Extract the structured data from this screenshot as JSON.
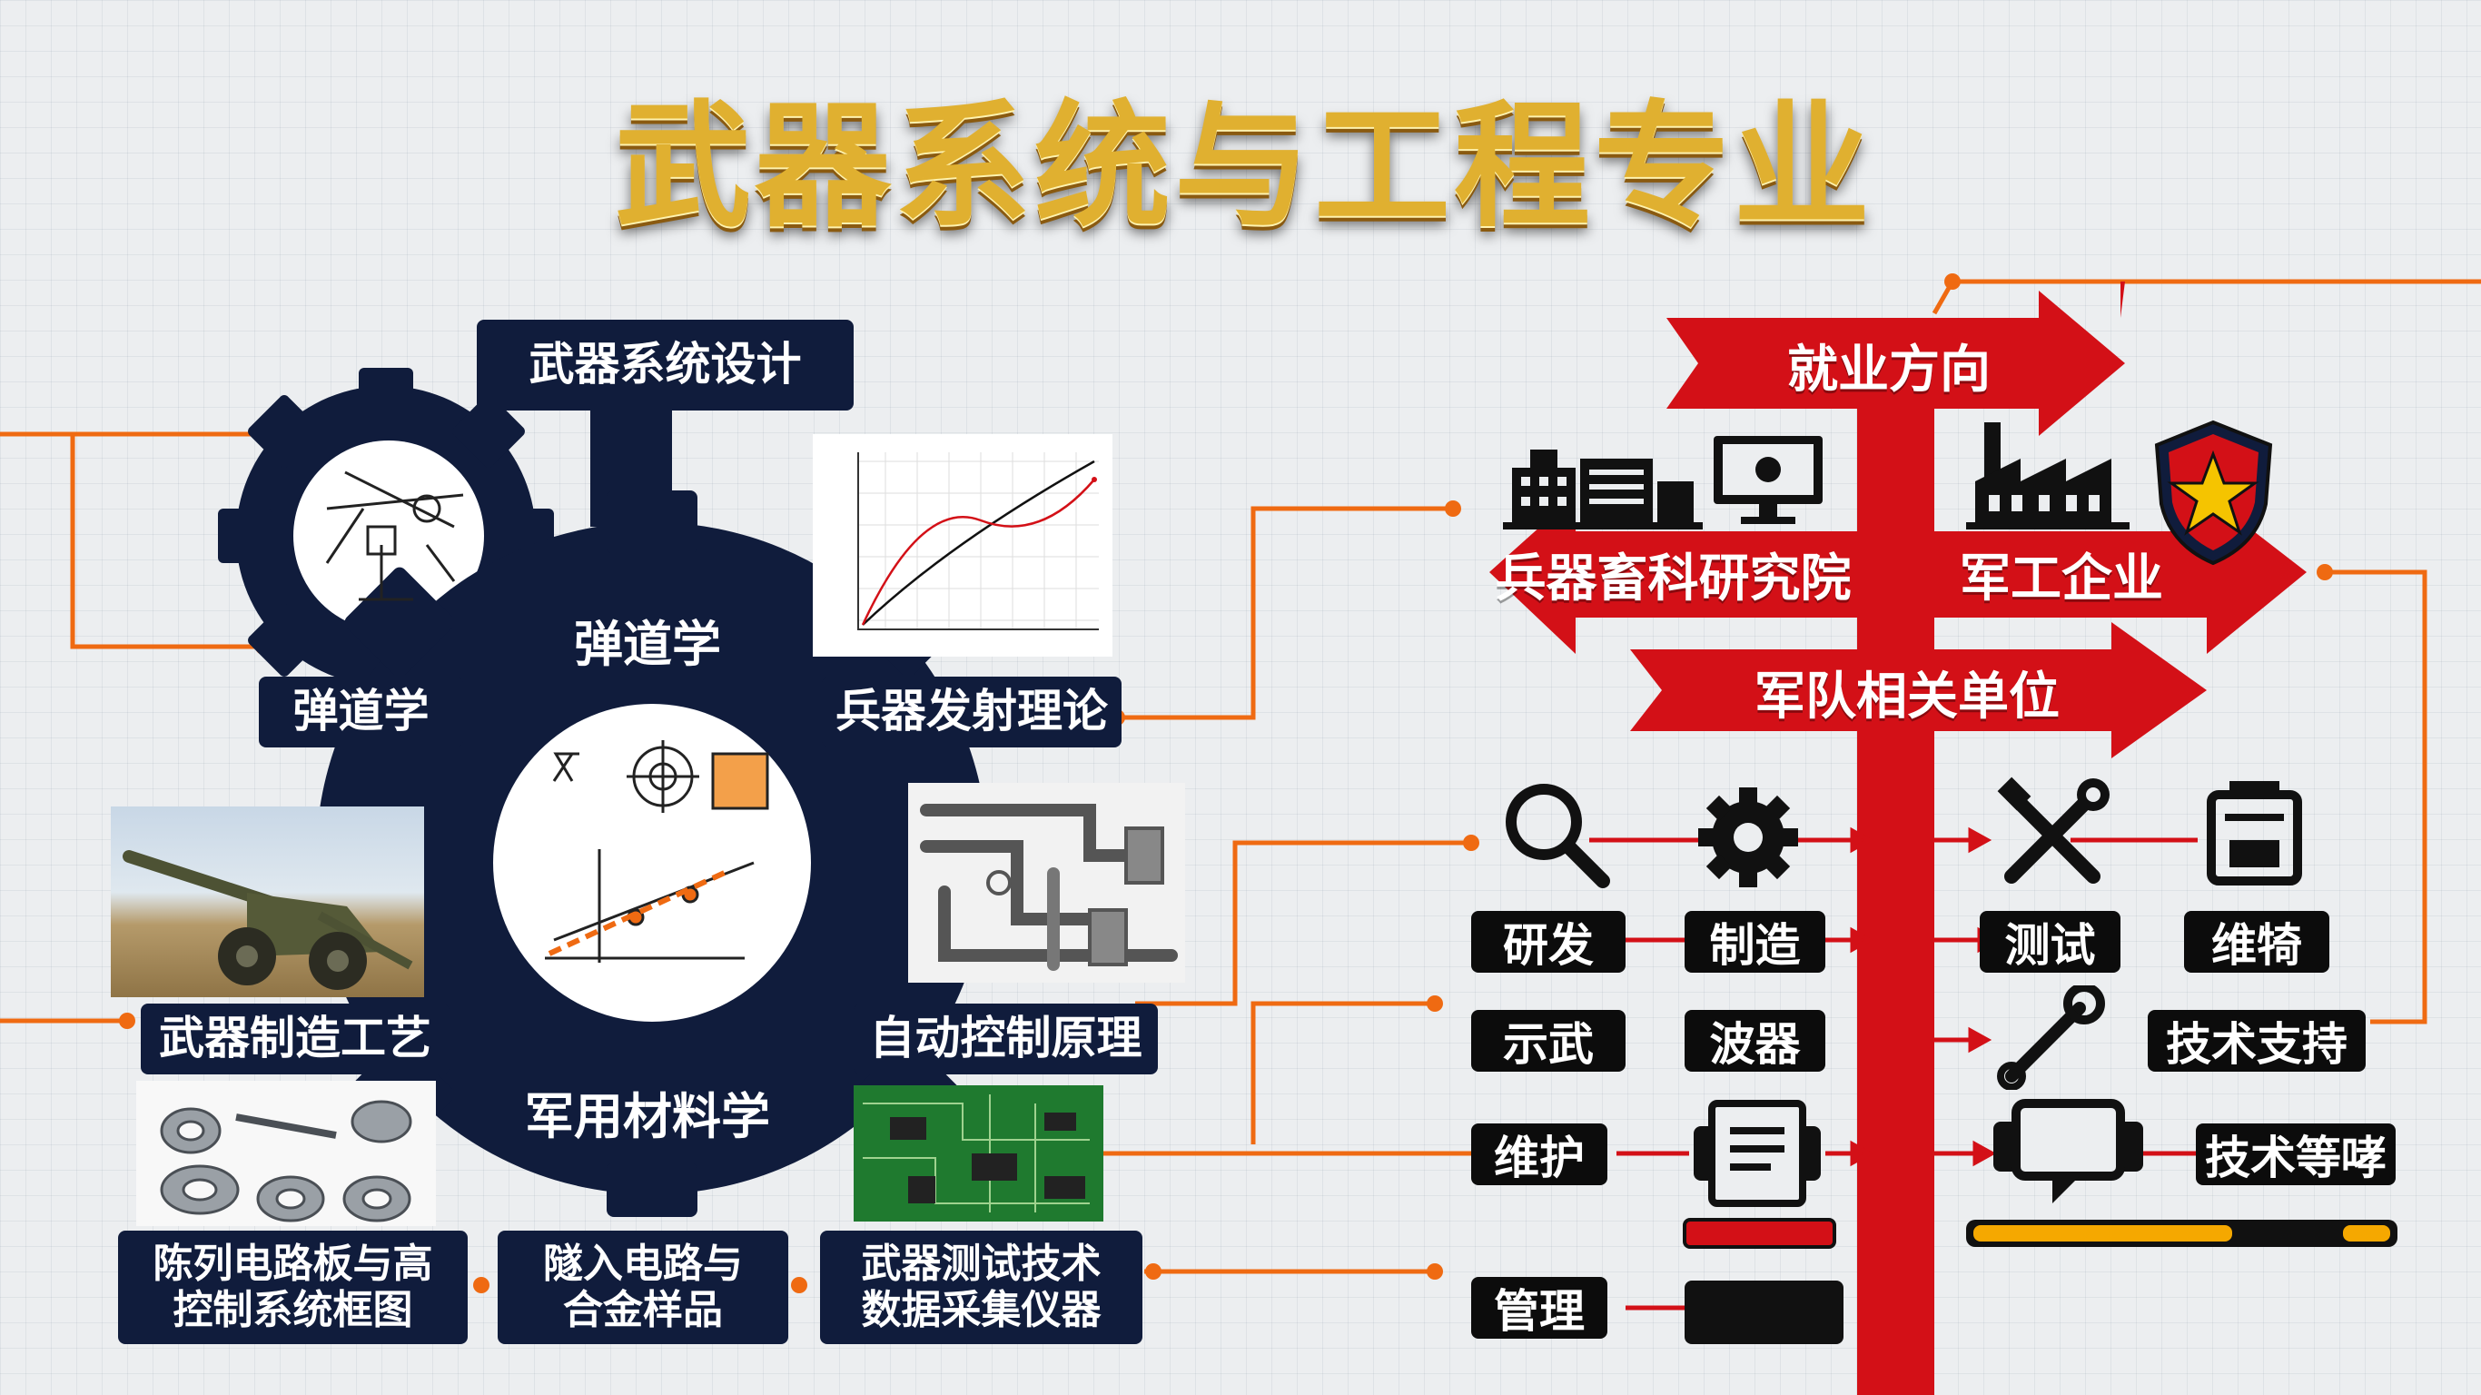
{
  "title": "武器系统与工程专业",
  "gear": {
    "top_label": "武器系统设计",
    "inner_label": "弹道学",
    "bottom_label": "军用材料学"
  },
  "modules": {
    "ballistics": "弹道学",
    "launch_theory": "兵器发射理论",
    "manufacturing": "武器制造工艺",
    "auto_control": "自动控制原理",
    "circuit_board": "陈列电路板与高\n控制系统框图",
    "alloy_samples": "隧入电路与\n合金样品",
    "test_tech": "武器测试技术\n数据采集仪器"
  },
  "career": {
    "title": "就业方向",
    "institute": "兵器畜科研究院",
    "enterprise": "军工企业",
    "military": "军队相关单位"
  },
  "roles": {
    "rd": "研发",
    "manufacture": "制造",
    "test": "测试",
    "maintain_top": "维犄",
    "demo": "示武",
    "wave": "波器",
    "tech_support": "技术支持",
    "maintain": "维护",
    "tech_etc": "技术等哮",
    "manage": "管理"
  },
  "colors": {
    "navy": "#101c3c",
    "red": "#d31017",
    "orange": "#ef6a12",
    "gold": "#e0b030",
    "yellow_bar": "#f5a800"
  },
  "icons": [
    "gear-icon",
    "magnifier-icon",
    "wrench-icon",
    "tools-icon",
    "clipboard-icon",
    "chat-icon",
    "printer-icon",
    "building-icon",
    "monitor-icon",
    "factory-icon",
    "star-shield-icon"
  ]
}
